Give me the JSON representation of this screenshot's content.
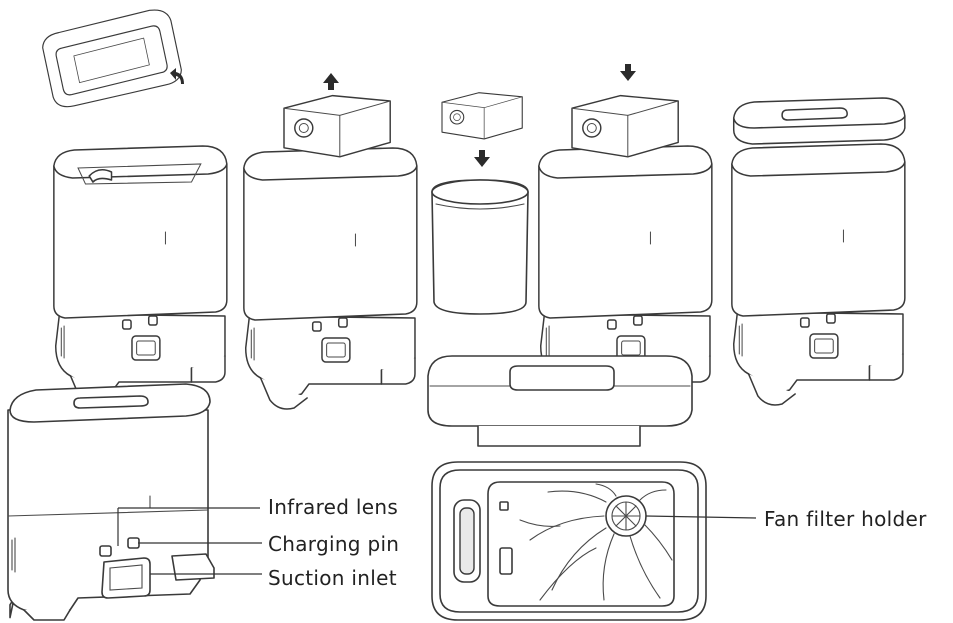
{
  "callouts": {
    "infrared_lens": "Infrared lens",
    "charging_pin": "Charging pin",
    "suction_inlet": "Suction inlet",
    "fan_filter_holder": "Fan filter holder"
  },
  "colors": {
    "line": "#3a3a3a",
    "background": "#ffffff",
    "text": "#222222"
  }
}
